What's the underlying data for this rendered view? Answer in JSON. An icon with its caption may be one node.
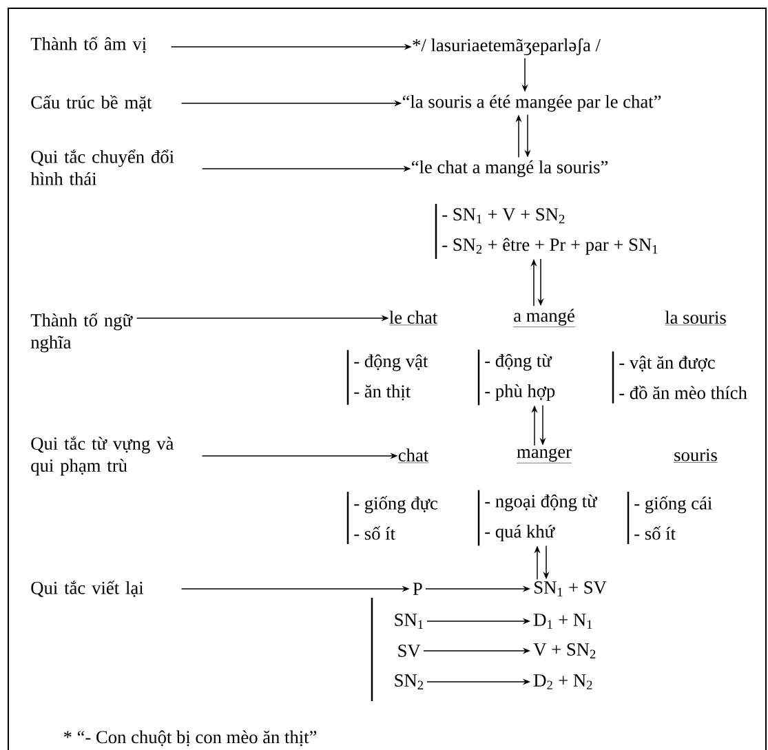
{
  "diagram": {
    "nodes": [
      {
        "text": [
          "Thành tố âm vị"
        ]
      },
      {
        "text": [
          "Cấu trúc bề mặt"
        ]
      },
      {
        "text": [
          "Qui tắc chuyển đổi hình thái"
        ]
      },
      {
        "text": [
          "Thành tố ngữ nghĩa"
        ]
      },
      {
        "text": [
          "Qui tắc từ vựng và qui phạm trù"
        ]
      },
      {
        "text": [
          "Qui tắc viết lại"
        ]
      },
      {
        "text": [
          "*/ lasuriaetemãʒeparləʃa /"
        ]
      },
      {
        "text": [
          "“la souris a été mangée par le chat”"
        ]
      },
      {
        "text": [
          "“le chat a mangé la souris”"
        ]
      },
      {
        "text": [
          "- SN$_{1}$ + V + SN$_{2}$",
          "- SN$_{2}$ + être + Pr + par + SN$_{1}$"
        ]
      },
      {
        "text": [
          "le chat"
        ]
      },
      {
        "text": [
          "a mangé"
        ]
      },
      {
        "text": [
          "la souris"
        ]
      },
      {
        "text": [
          "- động vật",
          "- ăn thịt"
        ]
      },
      {
        "text": [
          "- động từ",
          "- phù hợp"
        ]
      },
      {
        "text": [
          "- vật ăn được",
          "- đồ ăn mèo thích"
        ]
      },
      {
        "text": [
          "chat"
        ]
      },
      {
        "text": [
          "manger"
        ]
      },
      {
        "text": [
          "souris"
        ]
      },
      {
        "text": [
          "- giống đực",
          "- số ít"
        ]
      },
      {
        "text": [
          "- ngoại động từ",
          "- quá khứ"
        ]
      },
      {
        "text": [
          "- giống cái",
          "- số ít"
        ]
      },
      {
        "text": [
          "P"
        ]
      },
      {
        "text": [
          "SN$_{1}$"
        ]
      },
      {
        "text": [
          "SV"
        ]
      },
      {
        "text": [
          "SN$_{2}$"
        ]
      },
      {
        "text": [
          "SN$_{1}$ + SV"
        ]
      },
      {
        "text": [
          "D$_{1}$ + N$_{1}$"
        ]
      },
      {
        "text": [
          "V + SN$_{2}$"
        ]
      },
      {
        "text": [
          "D$_{2}$ + N$_{2}$"
        ]
      }
    ],
    "edges": [
      {
        "from": 0,
        "to": 6,
        "arrow": "to"
      },
      {
        "from": 1,
        "to": 7,
        "arrow": "to"
      },
      {
        "from": 2,
        "to": 8,
        "arrow": "to"
      },
      {
        "from": 3,
        "to": 10,
        "arrow": "to"
      },
      {
        "from": 4,
        "to": 16,
        "arrow": "to"
      },
      {
        "from": 5,
        "to": 22,
        "arrow": "to"
      },
      {
        "from": 6,
        "to": 7,
        "arrow": "to"
      },
      {
        "from": 8,
        "to": 7,
        "arrow": "to"
      },
      {
        "from": 7,
        "to": 8,
        "arrow": "to"
      },
      {
        "from": 11,
        "to": 9,
        "arrow": "to"
      },
      {
        "from": 9,
        "to": 11,
        "arrow": "to"
      },
      {
        "from": 17,
        "to": 14,
        "arrow": "to"
      },
      {
        "from": 14,
        "to": 17,
        "arrow": "to"
      },
      {
        "from": 26,
        "to": 20,
        "arrow": "to"
      },
      {
        "from": 20,
        "to": 26,
        "arrow": "to"
      },
      {
        "from": 22,
        "to": 26,
        "arrow": "to"
      },
      {
        "from": 23,
        "to": 27,
        "arrow": "to"
      },
      {
        "from": 24,
        "to": 28,
        "arrow": "to"
      },
      {
        "from": 25,
        "to": 29,
        "arrow": "to"
      }
    ],
    "labels": [
      "* “- Con chuột bị con mèo ăn thịt”"
    ]
  }
}
